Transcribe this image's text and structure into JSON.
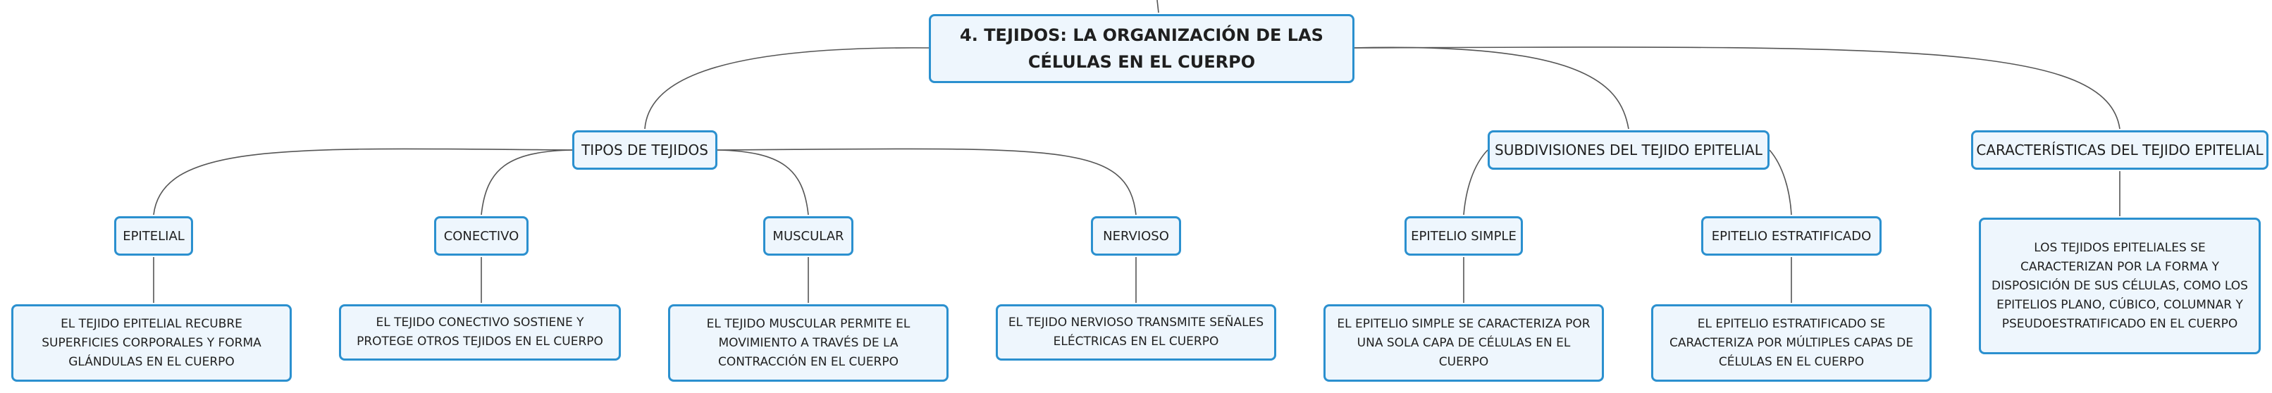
{
  "colors": {
    "node_border": "#2b90cf",
    "node_fill": "#eef6fd",
    "connector": "#555555"
  },
  "root": {
    "label": "4. TEJIDOS: LA ORGANIZACIÓN DE LAS CÉLULAS EN EL CUERPO"
  },
  "branches": {
    "tipos": {
      "label": "TIPOS DE TEJIDOS",
      "children": [
        {
          "label": "EPITELIAL",
          "detail": "EL TEJIDO EPITELIAL RECUBRE SUPERFICIES CORPORALES Y FORMA GLÁNDULAS EN EL CUERPO"
        },
        {
          "label": "CONECTIVO",
          "detail": "EL TEJIDO CONECTIVO SOSTIENE Y PROTEGE OTROS TEJIDOS EN EL CUERPO"
        },
        {
          "label": "MUSCULAR",
          "detail": "EL TEJIDO MUSCULAR PERMITE EL MOVIMIENTO A TRAVÉS DE LA CONTRACCIÓN EN EL CUERPO"
        },
        {
          "label": "NERVIOSO",
          "detail": "EL TEJIDO NERVIOSO TRANSMITE SEÑALES ELÉCTRICAS EN EL CUERPO"
        }
      ]
    },
    "subdivisiones": {
      "label": "SUBDIVISIONES DEL TEJIDO EPITELIAL",
      "children": [
        {
          "label": "EPITELIO SIMPLE",
          "detail": "EL EPITELIO SIMPLE SE CARACTERIZA POR UNA SOLA CAPA DE CÉLULAS EN EL CUERPO"
        },
        {
          "label": "EPITELIO ESTRATIFICADO",
          "detail": "EL EPITELIO ESTRATIFICADO SE CARACTERIZA POR MÚLTIPLES CAPAS DE CÉLULAS EN EL CUERPO"
        }
      ]
    },
    "caracteristicas": {
      "label": "CARACTERÍSTICAS DEL TEJIDO EPITELIAL",
      "detail": "LOS TEJIDOS EPITELIALES SE CARACTERIZAN POR LA FORMA Y DISPOSICIÓN DE SUS CÉLULAS, COMO LOS EPITELIOS PLANO, CÚBICO, COLUMNAR Y PSEUDOESTRATIFICADO EN EL CUERPO"
    }
  }
}
